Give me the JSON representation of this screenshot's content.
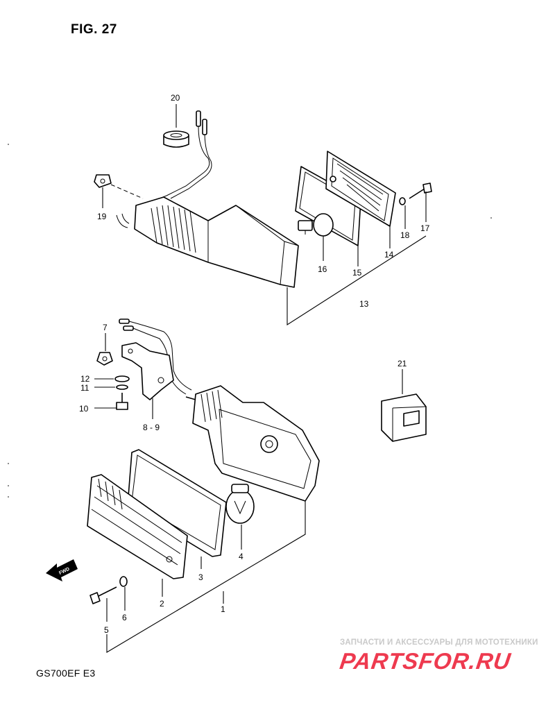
{
  "figure_title": "FIG. 27",
  "model_code": "GS700EF  E3",
  "watermark": {
    "tagline": "ЗАПЧАСТИ И АКСЕССУАРЫ ДЛЯ МОТОТЕХНИКИ",
    "logo": "PARTSFOR.RU"
  },
  "direction_badge": "FWD",
  "callouts": {
    "c20": "20",
    "c19": "19",
    "c17": "17",
    "c18": "18",
    "c14": "14",
    "c15": "15",
    "c16": "16",
    "c13": "13",
    "c7": "7",
    "c12": "12",
    "c11": "11",
    "c10": "10",
    "c89": "8 - 9",
    "c21": "21",
    "c4": "4",
    "c3": "3",
    "c2": "2",
    "c6": "6",
    "c5": "5",
    "c1": "1"
  }
}
